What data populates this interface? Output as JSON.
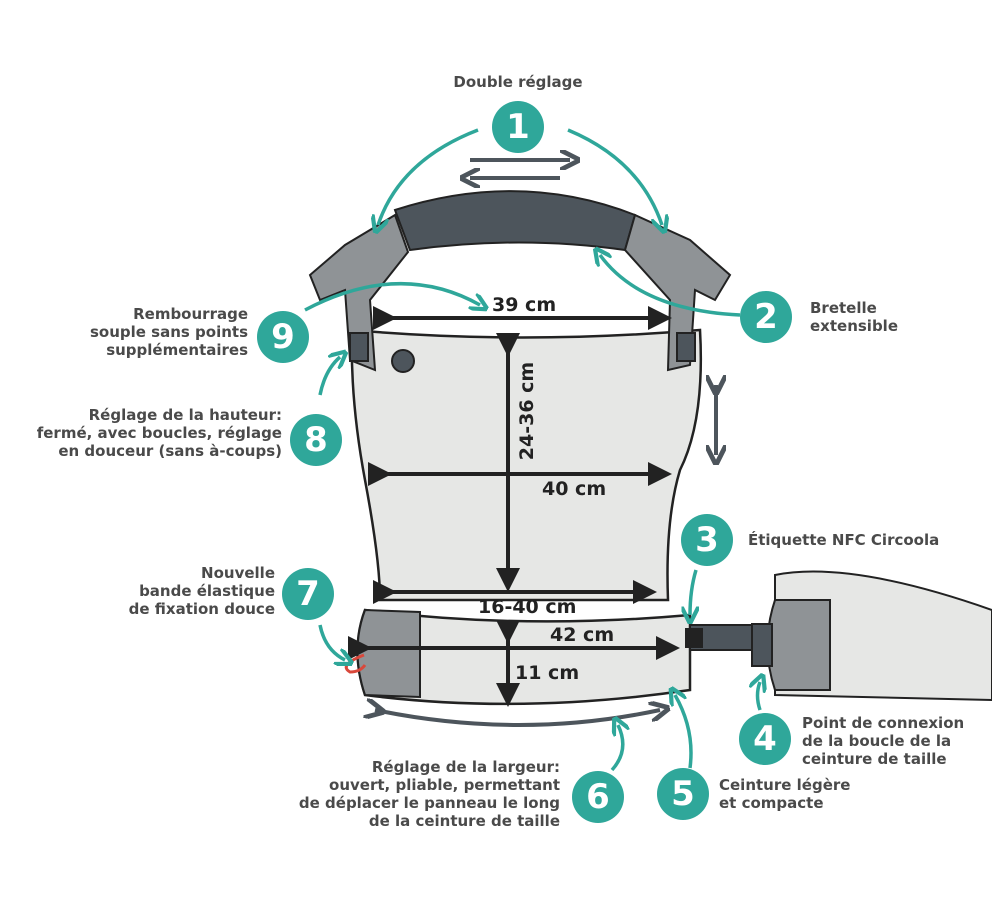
{
  "colors": {
    "teal": "#2fa79a",
    "dark_strap": "#4d555c",
    "panel": "#e6e7e5",
    "gray_part": "#8f9396",
    "outline": "#222222",
    "text": "#4a4a4a"
  },
  "callouts": [
    {
      "number": "1",
      "label": "Double réglage"
    },
    {
      "number": "2",
      "label": "Bretelle\nextensible"
    },
    {
      "number": "3",
      "label": "Étiquette NFC Circoola"
    },
    {
      "number": "4",
      "label": "Point de connexion\nde la boucle de la\nceinture de taille"
    },
    {
      "number": "5",
      "label": "Ceinture légère\net compacte"
    },
    {
      "number": "6",
      "label": "Réglage de la largeur:\nouvert, pliable, permettant\nde déplacer le panneau le long\nde la ceinture de taille"
    },
    {
      "number": "7",
      "label": "Nouvelle\nbande élastique\nde fixation douce"
    },
    {
      "number": "8",
      "label": "Réglage de la hauteur:\nfermé, avec boucles, réglage\nen douceur (sans à-coups)"
    },
    {
      "number": "9",
      "label": "Rembourrage\nsouple sans points\nsupplémentaires"
    }
  ],
  "dimensions": {
    "top_width": "39 cm",
    "height": "24-36 cm",
    "mid_width": "40 cm",
    "bottom_width": "16-40 cm",
    "belt_width": "42 cm",
    "belt_height": "11 cm"
  }
}
